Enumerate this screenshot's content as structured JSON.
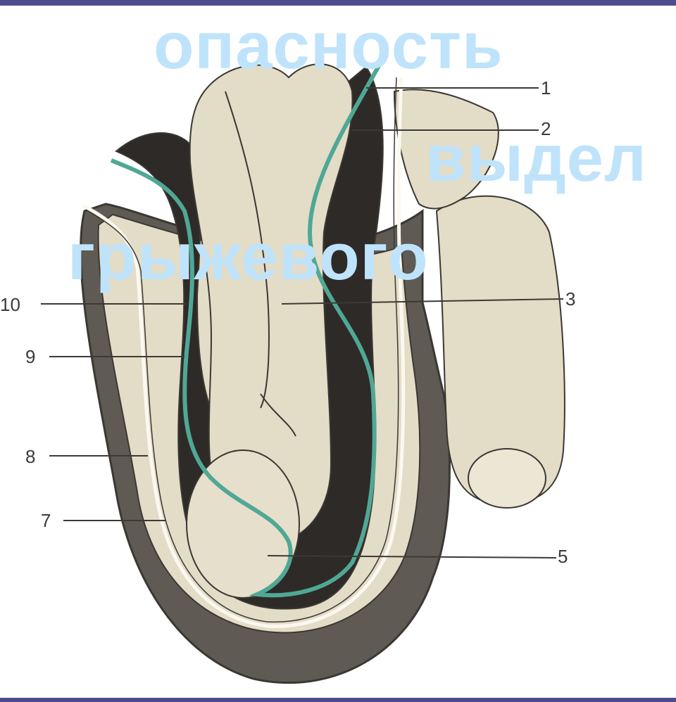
{
  "slide": {
    "accent_color": "#4d4d8c",
    "overlay_color": "#bfe3fb",
    "overlay_words": [
      "опасность",
      "выдел",
      "грыжевого"
    ]
  },
  "figure": {
    "labels": [
      "1",
      "2",
      "3",
      "5",
      "7",
      "8",
      "9",
      "10"
    ],
    "colors": {
      "tissue": "#e3dcc7",
      "outline": "#3b3833",
      "cavity": "#2e2a27",
      "scrotum": "#5f5a54",
      "membrane": "#4fa895"
    }
  }
}
